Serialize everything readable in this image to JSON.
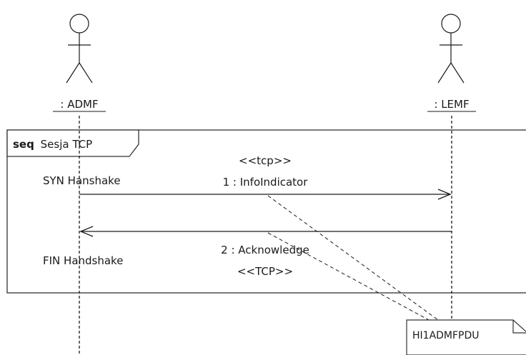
{
  "actors": [
    {
      "name": ": ADMF"
    },
    {
      "name": ": LEMF"
    }
  ],
  "fragment": {
    "operator": "seq",
    "name": "Sesja TCP"
  },
  "messages": [
    {
      "stereotype": "<<tcp>>",
      "label": "1 : InfoIndicator",
      "note": "SYN Hanshake"
    },
    {
      "stereotype": "<<TCP>>",
      "label": "2 : Acknowledge",
      "note": "FIN Handshake"
    }
  ],
  "note_box": {
    "text": "HI1ADMFPDU"
  }
}
